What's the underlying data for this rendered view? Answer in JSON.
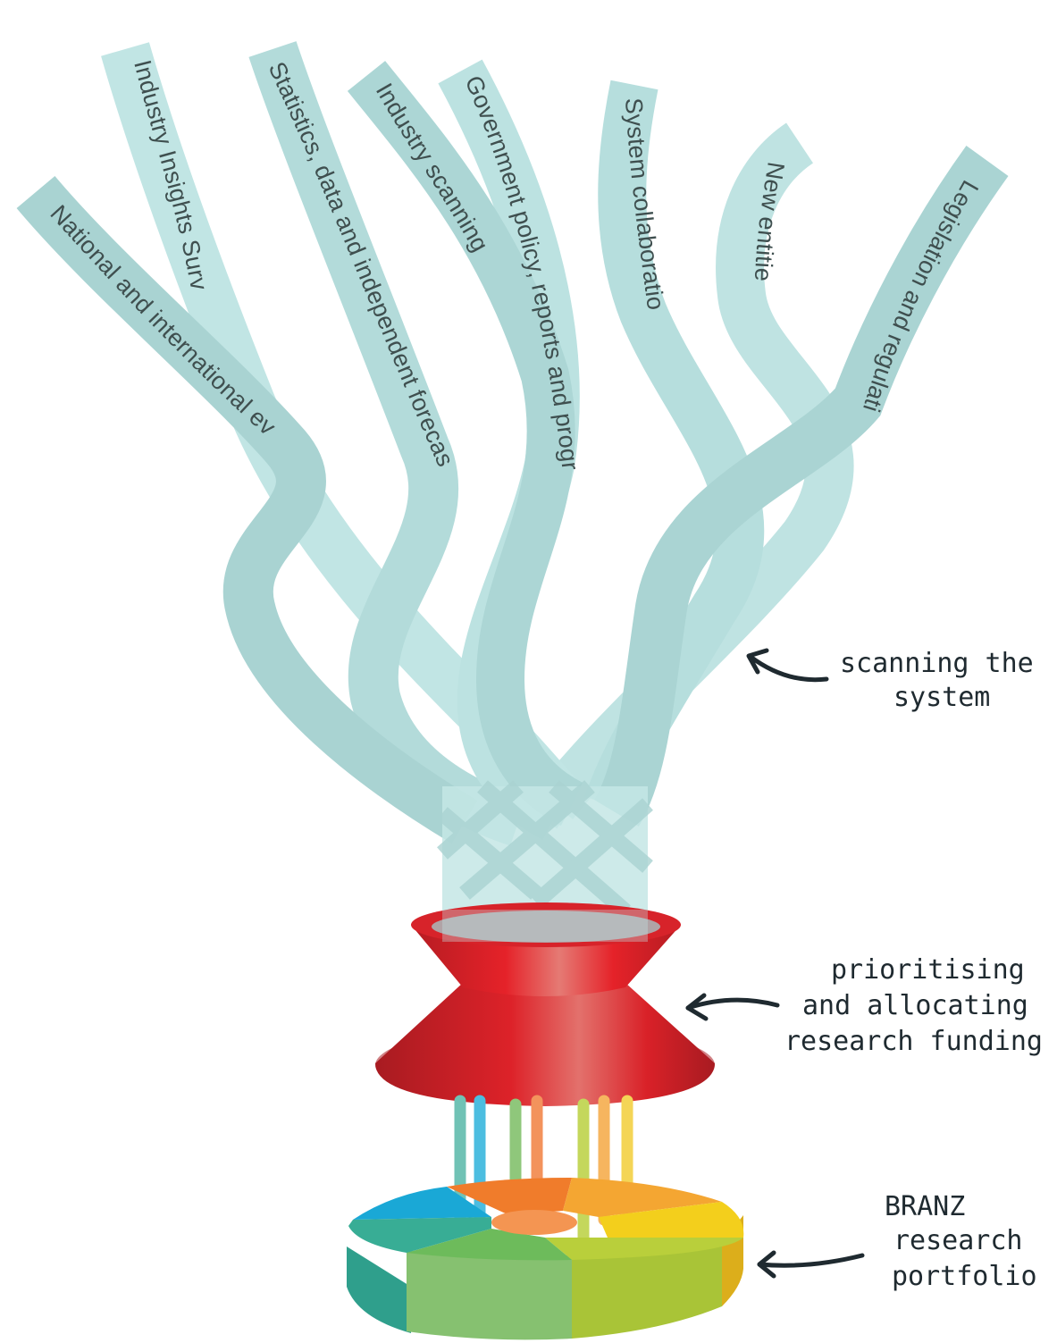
{
  "colors": {
    "ribbon_light": "#bfe3e2",
    "ribbon_dark": "#a8d3d2",
    "funnel_red": "#e0242b",
    "funnel_dark": "#a81d22",
    "ink": "#1f2a30"
  },
  "ribbons": [
    {
      "id": "national",
      "label": "National and international events"
    },
    {
      "id": "survey",
      "label": "Industry Insights Survey"
    },
    {
      "id": "statistics",
      "label": "Statistics, data and independent forecasting"
    },
    {
      "id": "scanning",
      "label": "Industry scanning"
    },
    {
      "id": "government",
      "label": "Government policy, reports and programmes"
    },
    {
      "id": "collaboration",
      "label": "System collaboration"
    },
    {
      "id": "entities",
      "label": "New entities"
    },
    {
      "id": "legislation",
      "label": "Legislation and regulation"
    }
  ],
  "annotations": {
    "scanning": [
      "scanning the",
      "system"
    ],
    "prioritising": [
      "prioritising",
      "and allocating",
      "research funding"
    ],
    "portfolio": [
      "BRANZ",
      "research",
      "portfolio"
    ]
  },
  "portfolio_segments": [
    {
      "name": "teal-dark",
      "color": "#2e9e8e"
    },
    {
      "name": "blue",
      "color": "#1aaad8"
    },
    {
      "name": "orange",
      "color": "#f07d2c"
    },
    {
      "name": "amber",
      "color": "#f5a833"
    },
    {
      "name": "yellow",
      "color": "#f3cf1c"
    },
    {
      "name": "lime",
      "color": "#b7cd3a"
    },
    {
      "name": "green",
      "color": "#6cbc5a"
    },
    {
      "name": "teal",
      "color": "#3aae96"
    }
  ]
}
